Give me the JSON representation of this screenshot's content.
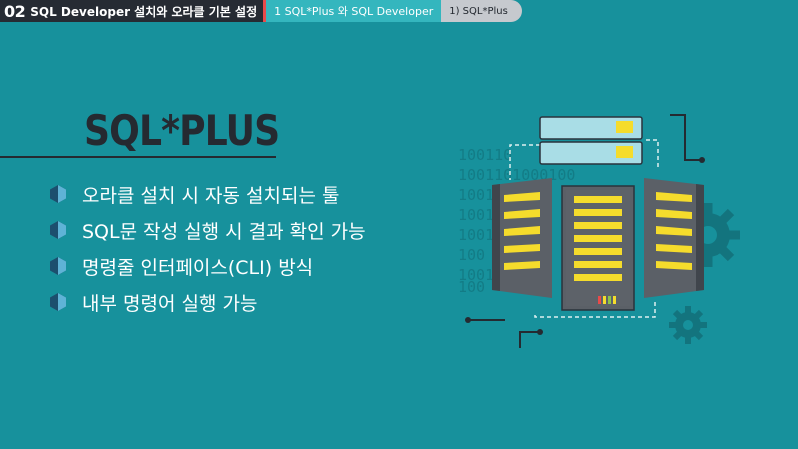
{
  "breadcrumb": {
    "chapter_number": "02",
    "chapter_title": "SQL Developer 설치와 오라클 기본 설정",
    "section": "1 SQL*Plus 와 SQL Developer",
    "subsection": "1) SQL*Plus"
  },
  "slide": {
    "title": "SQL*PLUS",
    "bullets": [
      "오라클 설치 시 자동 설치되는 툴",
      "SQL문 작성 실행 시 결과 확인 가능",
      "명령줄 인터페이스(CLI) 방식",
      "내부 명령어 실행 가능"
    ]
  },
  "illustration": {
    "binary_lines": [
      "100110",
      "1001101000100",
      "100110",
      "100110",
      "100110",
      "100",
      "1001",
      "100"
    ],
    "icons": [
      "server-rack-icon",
      "gear-icon",
      "binary-code-icon"
    ]
  },
  "colors": {
    "background": "#17919c",
    "title": "#252a31",
    "accent": "#f5dc2c",
    "breadcrumb_dark": "#262b33",
    "breadcrumb_teal": "#34b6be",
    "breadcrumb_gray": "#c6c9ce"
  }
}
